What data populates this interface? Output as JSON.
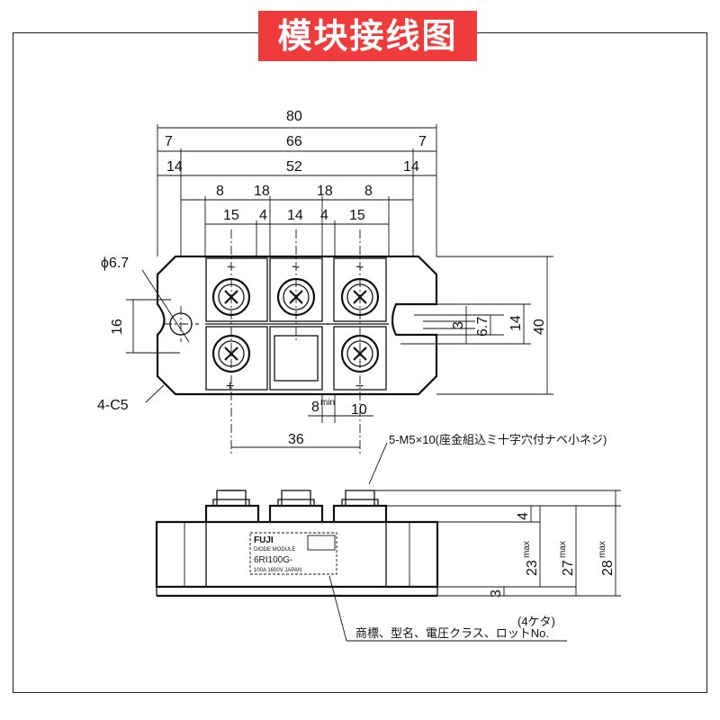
{
  "title": "模块接线图",
  "top_view": {
    "dims_horizontal": {
      "overall": "80",
      "inner": "66",
      "left_inset": "7",
      "right_inset": "7",
      "span_52": "52",
      "left_14": "14",
      "right_14": "14",
      "seg_8_left": "8",
      "seg_18_left": "18",
      "seg_18_right": "18",
      "seg_8_right": "8",
      "term_15_left": "15",
      "gap_4_left": "4",
      "term_14_mid": "14",
      "gap_4_right": "4",
      "term_15_right": "15"
    },
    "dims_vertical": {
      "height_40": "40",
      "slot_14": "14",
      "slot_6_7": "6.7",
      "slot_3": "3",
      "hole_spacing_16": "16"
    },
    "hole_label": "ϕ6.7",
    "chamfer_label": "4-C5",
    "bottom_dims": {
      "min_label": "8",
      "min_sup": "min",
      "right_10": "10",
      "span_36": "36"
    },
    "terminal_marks": {
      "ac1": "~",
      "ac2": "~",
      "ac3": "~",
      "plus": "+",
      "minus": "−"
    }
  },
  "side_view": {
    "screw_note": "5-M5×10(座金組込ミ十字穴付ナベ小ネジ)",
    "dims": {
      "d4": "4",
      "d23": "23",
      "d23_sup": "max",
      "d27": "27",
      "d27_sup": "max",
      "d28": "28",
      "d28_sup": "max",
      "d3": "3"
    },
    "label_lines": [
      "FUJI",
      "DIODE MODULE",
      "6RI100G-",
      "100A 1600V JAPAN"
    ],
    "marking_note_1": "(4ケタ)",
    "marking_note_2": "商標、型名、電圧クラス、ロットNo."
  }
}
